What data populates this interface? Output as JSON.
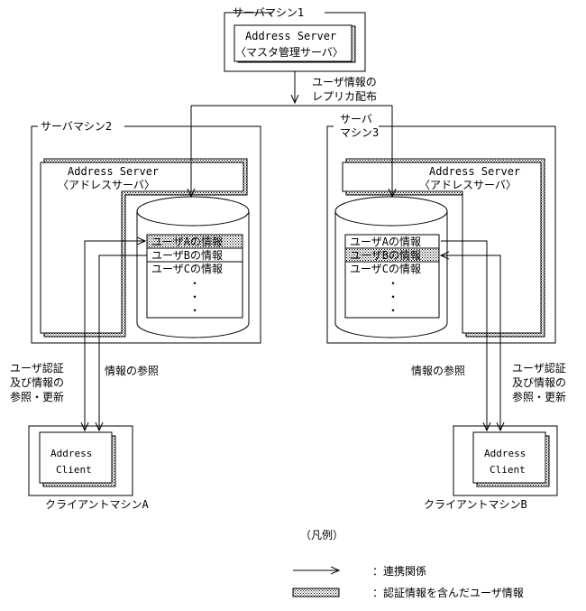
{
  "server1": {
    "machine_label": "サーバマシン1",
    "box_line1": "Address Server",
    "box_line2": "〈マスタ管理サーバ〉"
  },
  "replica_note": {
    "line1": "ユーザ情報の",
    "line2": "レプリカ配布"
  },
  "server2": {
    "machine_label": "サーバマシン2",
    "box_line1": "Address Server",
    "box_line2": "〈アドレスサーバ〉",
    "rows": [
      "ユーザAの情報",
      "ユーザBの情報",
      "ユーザCの情報"
    ],
    "dots": [
      "・",
      "・",
      "・"
    ]
  },
  "server3": {
    "machine_label_line1": "サーバ",
    "machine_label_line2": "マシン3",
    "box_line1": "Address Server",
    "box_line2": "〈アドレスサーバ〉",
    "rows": [
      "ユーザAの情報",
      "ユーザBの情報",
      "ユーザCの情報"
    ],
    "dots": [
      "・",
      "・",
      "・"
    ]
  },
  "left_labels": {
    "auth_line1": "ユーザ認証",
    "auth_line2": "及び情報の",
    "auth_line3": "参照・更新",
    "ref": "情報の参照"
  },
  "right_labels": {
    "ref": "情報の参照",
    "auth_line1": "ユーザ認証",
    "auth_line2": "及び情報の",
    "auth_line3": "参照・更新"
  },
  "client_a": {
    "line1": "Address",
    "line2": "Client",
    "machine_label": "クライアントマシンA"
  },
  "client_b": {
    "line1": "Address",
    "line2": "Client",
    "machine_label": "クライアントマシンB"
  },
  "legend": {
    "title": "（凡例）",
    "arrow_label": "：連携関係",
    "hatch_label": "：認証情報を含んだユーザ情報"
  }
}
